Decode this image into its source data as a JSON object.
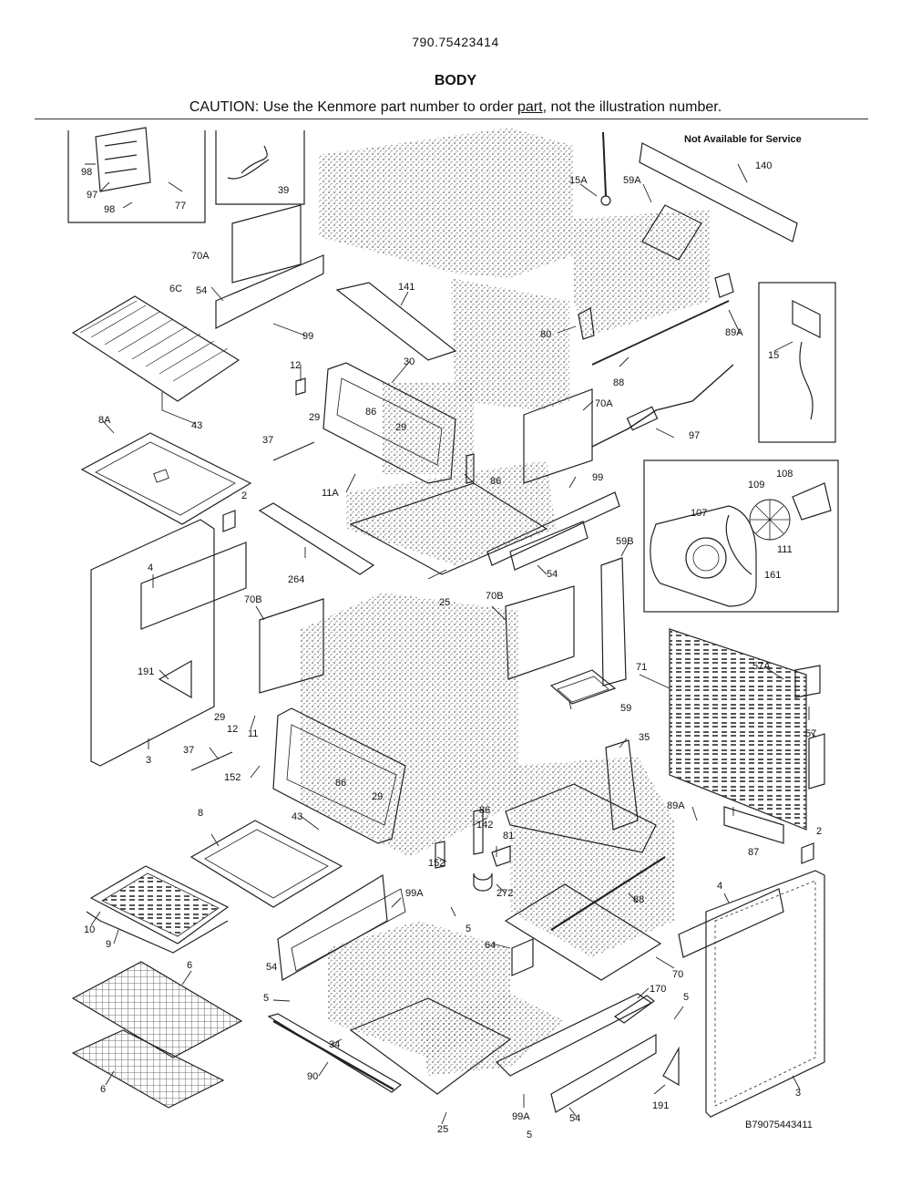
{
  "header": {
    "model_number": "790.75423414",
    "title": "BODY",
    "caution_pre": "CAUTION: Use the Kenmore part number to order ",
    "caution_link": "part",
    "caution_post": ", not the illustration number."
  },
  "diagram": {
    "note": "Not Available for Service",
    "drawing_number": "B79075443411",
    "colors": {
      "line": "#222222",
      "stipple": "#7a7a7a"
    },
    "callouts": [
      "98",
      "97",
      "98",
      "77",
      "39",
      "70A",
      "54",
      "6C",
      "99",
      "141",
      "12",
      "30",
      "29",
      "86",
      "29",
      "43",
      "8A",
      "37",
      "11A",
      "86",
      "2",
      "4",
      "264",
      "25",
      "70B",
      "191",
      "29",
      "12",
      "11",
      "3",
      "37",
      "152",
      "86",
      "29",
      "43",
      "8",
      "10",
      "9",
      "6",
      "6",
      "5",
      "54",
      "90",
      "34",
      "25",
      "99A",
      "5",
      "86",
      "142",
      "81",
      "272",
      "152",
      "99A",
      "5",
      "64",
      "88",
      "70",
      "15A",
      "59A",
      "140",
      "80",
      "89A",
      "15",
      "88",
      "70A",
      "97",
      "99",
      "54",
      "59B",
      "70B",
      "59",
      "109",
      "108",
      "107",
      "111",
      "161",
      "71",
      "57A",
      "57",
      "35",
      "89A",
      "87",
      "2",
      "4",
      "170",
      "5",
      "54",
      "191",
      "3"
    ]
  }
}
